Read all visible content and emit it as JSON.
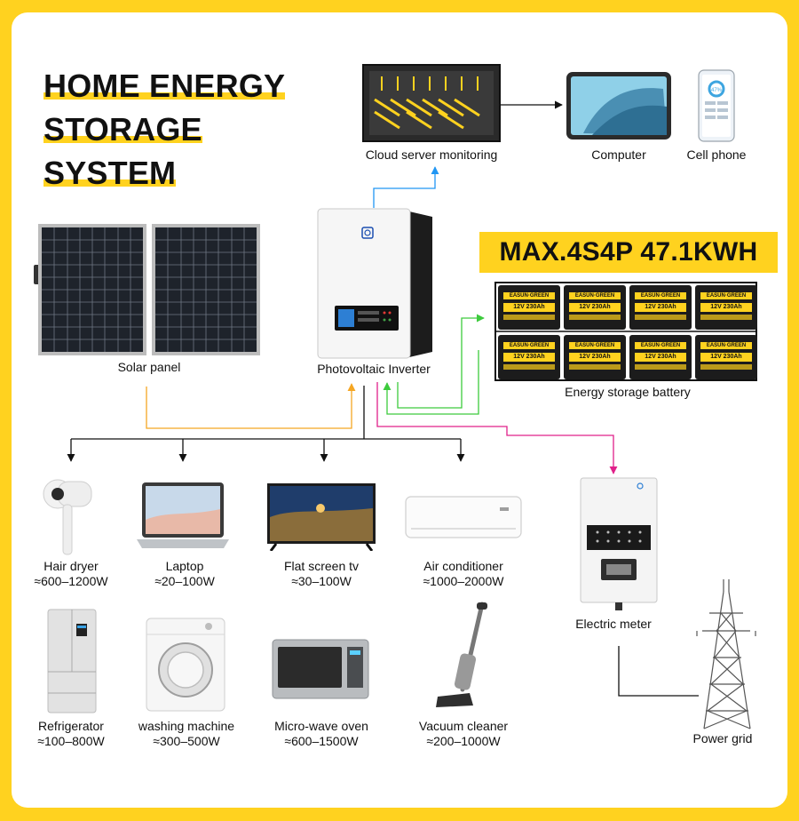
{
  "title_lines": [
    "HOME ENERGY",
    "STORAGE",
    "SYSTEM"
  ],
  "capacity_banner": "MAX.4S4P 47.1KWH",
  "nodes": {
    "cloud": "Cloud server monitoring",
    "computer": "Computer",
    "phone": "Cell phone",
    "solar": "Solar panel",
    "inverter": "Photovoltaic Inverter",
    "battery": "Energy storage battery",
    "meter": "Electric meter",
    "grid": "Power grid"
  },
  "battery_brand": "EASUN·GREEN",
  "battery_spec": "12V 230Ah",
  "phone_reading": "47%",
  "appliances": [
    {
      "name": "Hair dryer",
      "power": "≈600–1200W"
    },
    {
      "name": "Laptop",
      "power": "≈20–100W"
    },
    {
      "name": "Flat screen tv",
      "power": "≈30–100W"
    },
    {
      "name": "Air conditioner",
      "power": "≈1000–2000W"
    },
    {
      "name": "Refrigerator",
      "power": "≈100–800W"
    },
    {
      "name": "washing machine",
      "power": "≈300–500W"
    },
    {
      "name": "Micro-wave oven",
      "power": "≈600–1500W"
    },
    {
      "name": "Vacuum cleaner",
      "power": "≈200–1000W"
    }
  ],
  "colors": {
    "accent_yellow": "#FFD21F",
    "solar_line": "#F5A623",
    "cloud_line": "#2196F3",
    "battery_line": "#3DCB3D",
    "grid_line": "#E0218A",
    "load_line": "#111111"
  }
}
